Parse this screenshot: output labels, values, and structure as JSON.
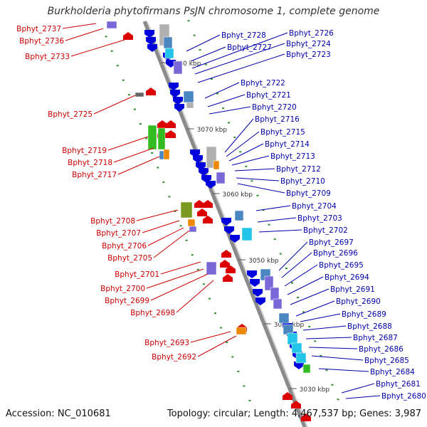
{
  "title": "Burkholderia phytofirmans PsJN chromosome 1, complete genome",
  "footer": {
    "accession": "Accession: NC_010681",
    "topology": "Topology: circular; Length: 4,467,537 bp; Genes: 3,987"
  },
  "colors": {
    "backbone": "#8a8a8a",
    "dots": "#2f8f2f",
    "left_labels": "#cc0000",
    "right_labels": "#0000aa",
    "forward_arrows": "#dd0000",
    "reverse_arrows": "#0000dd",
    "cog_purple": "#7b68d8",
    "cog_blue": "#4a86c0",
    "cog_cyan": "#22c4e8",
    "cog_green": "#33bb22",
    "cog_olive": "#7a9a22",
    "cog_orange": "#ee8800",
    "cog_gray": "#b0b0b0"
  },
  "scale": [
    {
      "label": "3080 kbp"
    },
    {
      "label": "3070 kbp"
    },
    {
      "label": "3060 kbp"
    },
    {
      "label": "3050 kbp"
    },
    {
      "label": "3040 kbp"
    },
    {
      "label": "3030 kbp"
    }
  ],
  "genes_left": [
    {
      "label": "Bphyt_2737"
    },
    {
      "label": "Bphyt_2736"
    },
    {
      "label": "Bphyt_2733"
    },
    {
      "label": "Bphyt_2725"
    },
    {
      "label": "Bphyt_2719"
    },
    {
      "label": "Bphyt_2718"
    },
    {
      "label": "Bphyt_2717"
    },
    {
      "label": "Bphyt_2708"
    },
    {
      "label": "Bphyt_2707"
    },
    {
      "label": "Bphyt_2706"
    },
    {
      "label": "Bphyt_2705"
    },
    {
      "label": "Bphyt_2701"
    },
    {
      "label": "Bphyt_2700"
    },
    {
      "label": "Bphyt_2699"
    },
    {
      "label": "Bphyt_2698"
    },
    {
      "label": "Bphyt_2693"
    },
    {
      "label": "Bphyt_2692"
    }
  ],
  "genes_right": [
    {
      "label": "Bphyt_2728"
    },
    {
      "label": "Bphyt_2727"
    },
    {
      "label": "Bphyt_2726"
    },
    {
      "label": "Bphyt_2724"
    },
    {
      "label": "Bphyt_2723"
    },
    {
      "label": "Bphyt_2722"
    },
    {
      "label": "Bphyt_2721"
    },
    {
      "label": "Bphyt_2720"
    },
    {
      "label": "Bphyt_2716"
    },
    {
      "label": "Bphyt_2715"
    },
    {
      "label": "Bphyt_2714"
    },
    {
      "label": "Bphyt_2713"
    },
    {
      "label": "Bphyt_2712"
    },
    {
      "label": "Bphyt_2710"
    },
    {
      "label": "Bphyt_2709"
    },
    {
      "label": "Bphyt_2704"
    },
    {
      "label": "Bphyt_2703"
    },
    {
      "label": "Bphyt_2702"
    },
    {
      "label": "Bphyt_2697"
    },
    {
      "label": "Bphyt_2696"
    },
    {
      "label": "Bphyt_2695"
    },
    {
      "label": "Bphyt_2694"
    },
    {
      "label": "Bphyt_2691"
    },
    {
      "label": "Bphyt_2690"
    },
    {
      "label": "Bphyt_2689"
    },
    {
      "label": "Bphyt_2688"
    },
    {
      "label": "Bphyt_2687"
    },
    {
      "label": "Bphyt_2686"
    },
    {
      "label": "Bphyt_2685"
    },
    {
      "label": "Bphyt_2684"
    },
    {
      "label": "Bphyt_2681"
    },
    {
      "label": "Bphyt_2680"
    }
  ]
}
